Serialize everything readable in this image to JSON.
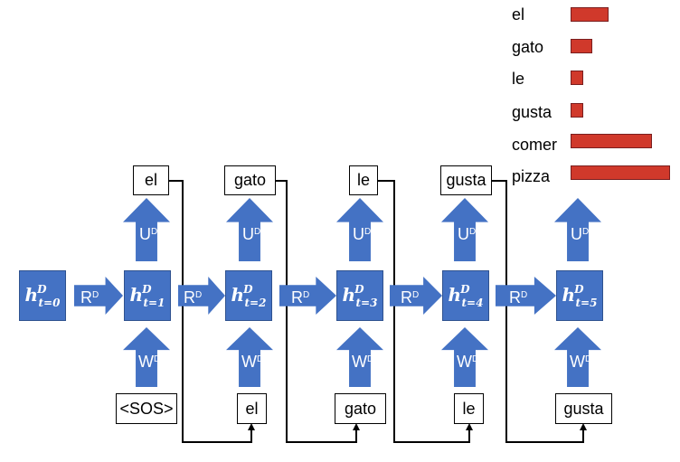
{
  "diagram": {
    "hidden_state": {
      "symbol": "h",
      "superscript": "D",
      "subscript_prefix": "t="
    },
    "timesteps": [
      "0",
      "1",
      "2",
      "3",
      "4",
      "5"
    ],
    "recurrent_label": {
      "base": "R",
      "superscript": "D"
    },
    "output_label": {
      "base": "U",
      "superscript": "D"
    },
    "input_label": {
      "base": "W",
      "superscript": "D"
    },
    "outputs": [
      "el",
      "gato",
      "le",
      "gusta"
    ],
    "inputs": [
      "<SOS>",
      "el",
      "gato",
      "le",
      "gusta"
    ],
    "colors": {
      "node": "#4472C4",
      "bar": "#D0392B"
    }
  },
  "chart_data": {
    "type": "bar",
    "orientation": "horizontal",
    "categories": [
      "el",
      "gato",
      "le",
      "gusta",
      "comer",
      "pizza"
    ],
    "values": [
      0.38,
      0.22,
      0.13,
      0.13,
      0.82,
      1.0
    ],
    "xlim": [
      0,
      1
    ],
    "grid": false
  }
}
